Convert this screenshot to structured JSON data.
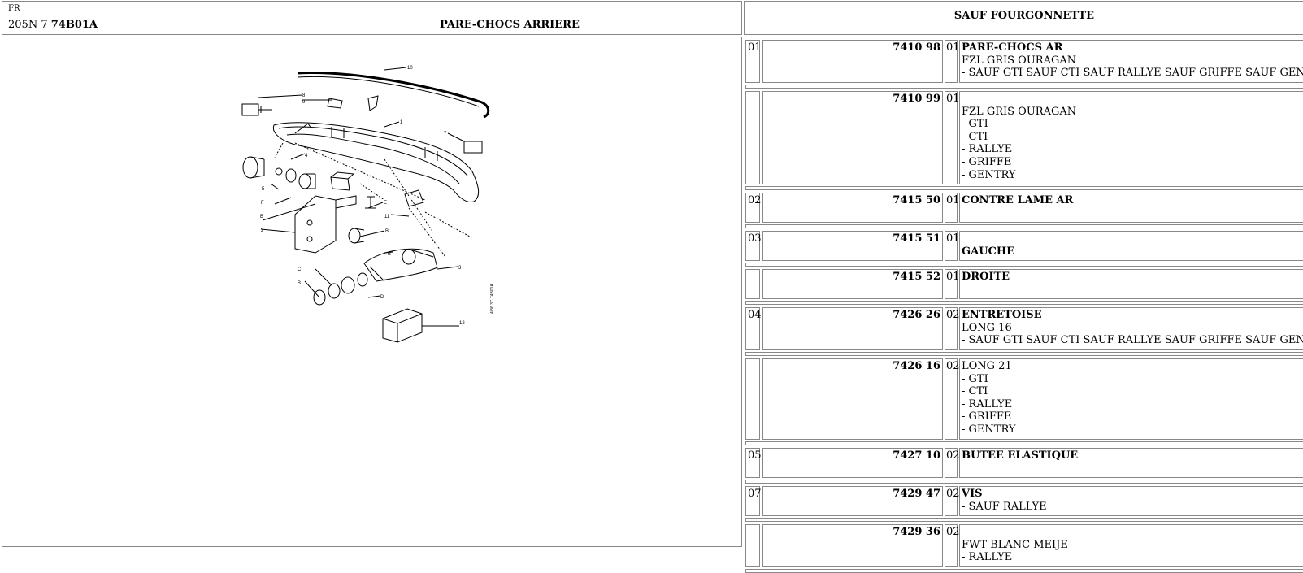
{
  "header": {
    "lang": "FR",
    "model": "205N 7",
    "code": "74B01A",
    "title": "PARE-CHOCS ARRIERE",
    "right_title": "SAUF FOURGONNETTE"
  },
  "diagram": {
    "labels": [
      "10",
      "8",
      "9",
      "1",
      "7",
      "4",
      "5",
      "F",
      "B",
      "E",
      "11",
      "2",
      "B",
      "B",
      "3",
      "C",
      "B",
      "D",
      "12"
    ],
    "stamp": "4/86 3C 74B01A"
  },
  "parts": [
    {
      "num": "01",
      "ref": "7410 98",
      "qty": "01",
      "lines": [
        {
          "t": "PARE-CHOCS AR",
          "b": true
        },
        {
          "t": "FZL GRIS OURAGAN"
        },
        {
          "t": "- SAUF GTI SAUF CTI SAUF RALLYE SAUF GRIFFE SAUF GENTRY"
        }
      ]
    },
    {
      "num": "",
      "ref": "7410 99",
      "qty": "01",
      "lines": [
        {
          "t": ""
        },
        {
          "t": "FZL GRIS OURAGAN"
        },
        {
          "t": "- GTI"
        },
        {
          "t": "- CTI"
        },
        {
          "t": "- RALLYE"
        },
        {
          "t": "- GRIFFE"
        },
        {
          "t": "- GENTRY"
        }
      ]
    },
    {
      "num": "02",
      "ref": "7415 50",
      "qty": "01",
      "lines": [
        {
          "t": "CONTRE LAME AR",
          "b": true
        }
      ]
    },
    {
      "num": "03",
      "ref": "7415 51",
      "qty": "01",
      "lines": [
        {
          "t": ""
        },
        {
          "t": "GAUCHE",
          "b": true
        }
      ]
    },
    {
      "num": "",
      "ref": "7415 52",
      "qty": "01",
      "lines": [
        {
          "t": "DROITE",
          "b": true
        }
      ]
    },
    {
      "num": "04",
      "ref": "7426 26",
      "qty": "02",
      "lines": [
        {
          "t": "ENTRETOISE",
          "b": true
        },
        {
          "t": "LONG 16"
        },
        {
          "t": "- SAUF GTI SAUF CTI SAUF RALLYE SAUF GRIFFE SAUF GENTRY"
        }
      ]
    },
    {
      "num": "",
      "ref": "7426 16",
      "qty": "02",
      "lines": [
        {
          "t": "LONG 21"
        },
        {
          "t": "- GTI"
        },
        {
          "t": "- CTI"
        },
        {
          "t": "- RALLYE"
        },
        {
          "t": "- GRIFFE"
        },
        {
          "t": "- GENTRY"
        }
      ]
    },
    {
      "num": "05",
      "ref": "7427 10",
      "qty": "02",
      "lines": [
        {
          "t": "BUTEE ELASTIQUE",
          "b": true
        }
      ]
    },
    {
      "num": "07",
      "ref": "7429 47",
      "qty": "02",
      "lines": [
        {
          "t": "VIS",
          "b": true
        },
        {
          "t": "- SAUF RALLYE"
        }
      ]
    },
    {
      "num": "",
      "ref": "7429 36",
      "qty": "02",
      "lines": [
        {
          "t": ""
        },
        {
          "t": "FWT BLANC MEIJE"
        },
        {
          "t": "- RALLYE"
        }
      ]
    }
  ]
}
